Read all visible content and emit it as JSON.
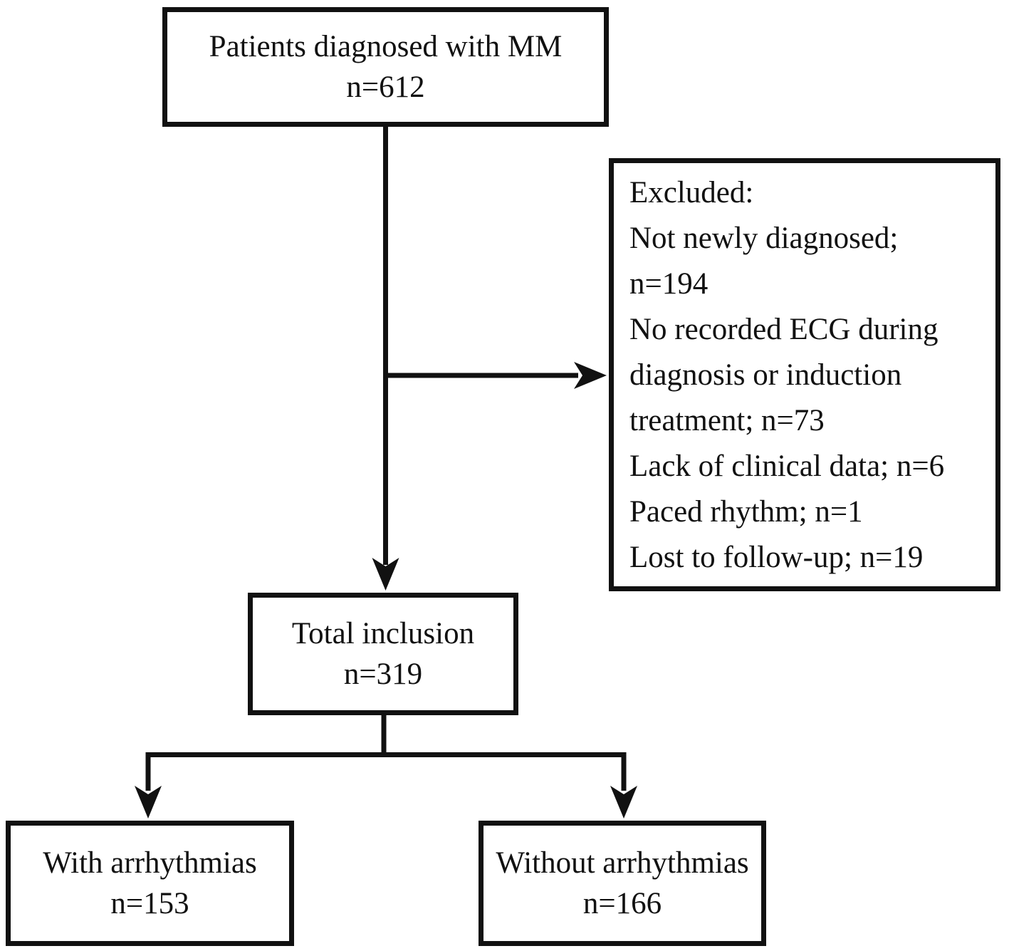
{
  "colors": {
    "line": "#111111",
    "background": "#ffffff",
    "text": "#111111"
  },
  "boxes": {
    "patients": {
      "lines": [
        "Patients diagnosed with MM",
        "n=612"
      ]
    },
    "excluded": {
      "lines": [
        "Excluded:",
        "Not newly diagnosed;",
        "n=194",
        "No recorded ECG during",
        "diagnosis or induction",
        "treatment; n=73",
        "Lack of clinical data; n=6",
        "Paced rhythm; n=1",
        "Lost to follow-up; n=19"
      ]
    },
    "total_inclusion": {
      "lines": [
        "Total inclusion",
        "n=319"
      ]
    },
    "with_arrhythmias": {
      "lines": [
        "With arrhythmias",
        "n=153"
      ]
    },
    "without_arrhythmias": {
      "lines": [
        "Without arrhythmias",
        "n=166"
      ]
    }
  }
}
